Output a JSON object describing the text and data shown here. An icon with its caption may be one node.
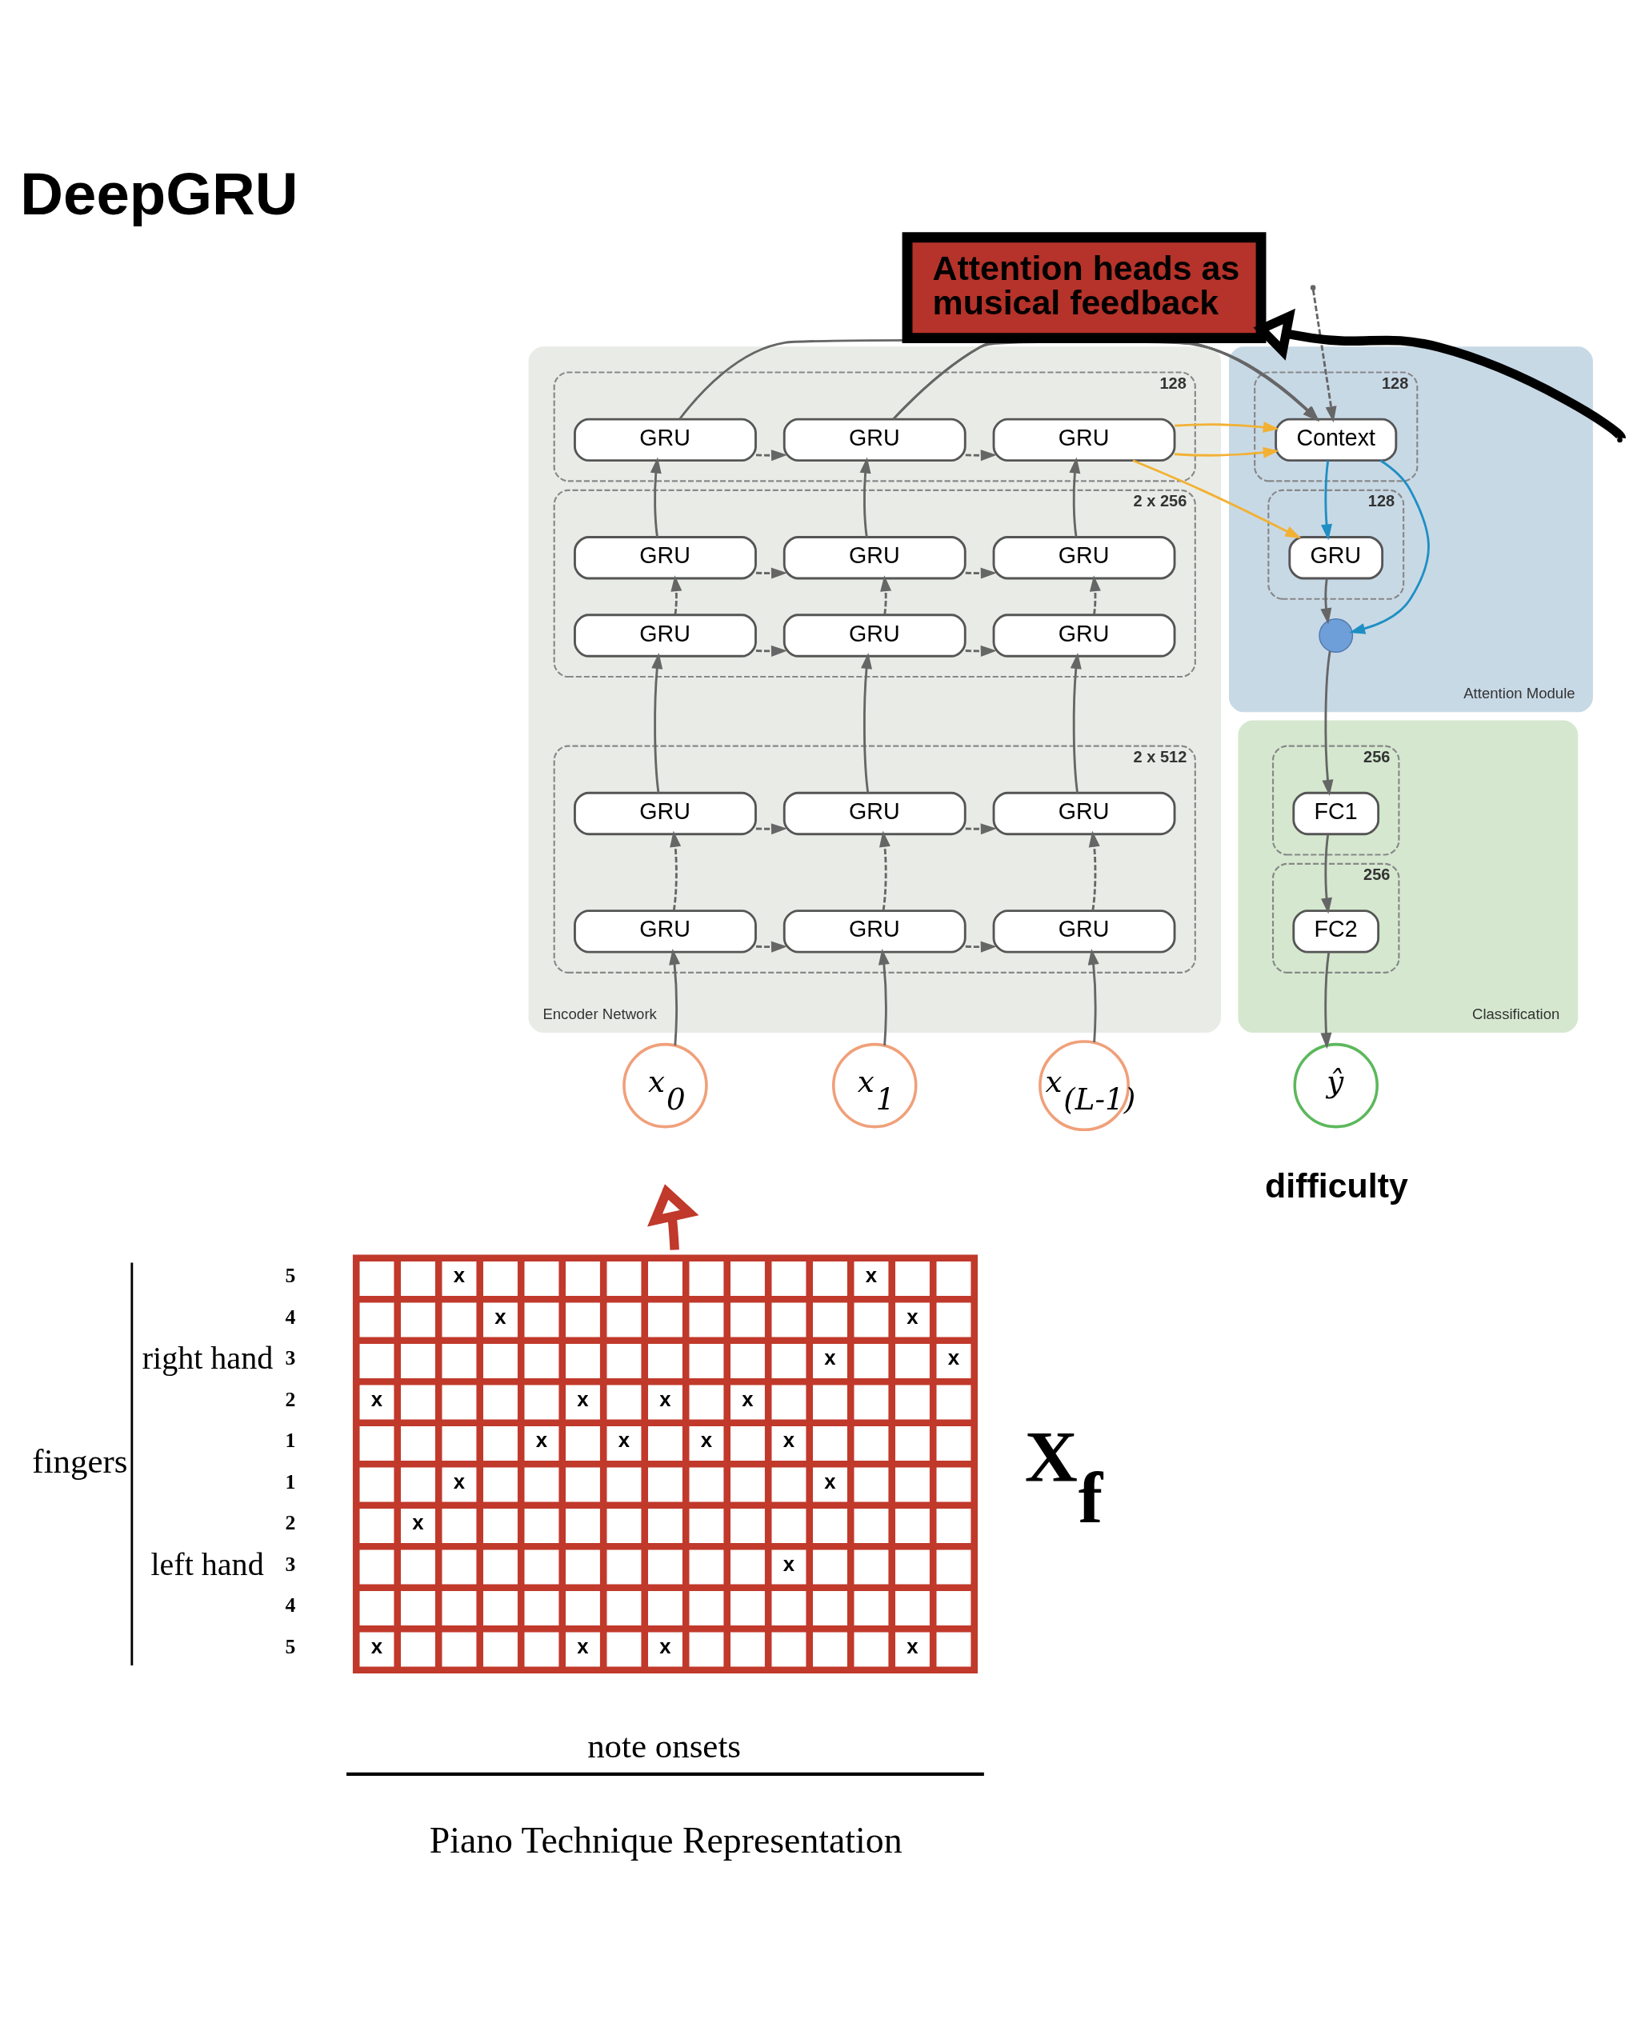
{
  "diagram": {
    "title": "DeepGRU",
    "nodes": [
      {
        "text": [
          "Encoder Network"
        ]
      },
      {
        "text": [],
        "shape": "box",
        "in": 0,
        "beside": [
          "128"
        ]
      },
      {
        "text": [],
        "shape": "box",
        "in": 0,
        "beside": [
          "2 x 256"
        ]
      },
      {
        "text": [],
        "shape": "box",
        "in": 0,
        "beside": [
          "2 x 512"
        ]
      },
      {
        "text": [
          "GRU"
        ],
        "in": 1
      },
      {
        "text": [
          "GRU"
        ],
        "in": 1
      },
      {
        "text": [
          "GRU"
        ],
        "in": 1
      },
      {
        "text": [
          "GRU"
        ],
        "in": 2
      },
      {
        "text": [
          "GRU"
        ],
        "in": 2
      },
      {
        "text": [
          "GRU"
        ],
        "in": 2
      },
      {
        "text": [
          "GRU"
        ],
        "in": 2
      },
      {
        "text": [
          "GRU"
        ],
        "in": 2
      },
      {
        "text": [
          "GRU"
        ],
        "in": 2
      },
      {
        "text": [
          "GRU"
        ],
        "in": 3
      },
      {
        "text": [
          "GRU"
        ],
        "in": 3
      },
      {
        "text": [
          "GRU"
        ],
        "in": 3
      },
      {
        "text": [
          "GRU"
        ],
        "in": 3
      },
      {
        "text": [
          "GRU"
        ],
        "in": 3
      },
      {
        "text": [
          "GRU"
        ],
        "in": 3
      },
      {
        "text": [
          "Attention Module"
        ]
      },
      {
        "text": [],
        "shape": "box",
        "in": 19,
        "beside": [
          "128"
        ]
      },
      {
        "text": [
          "Context"
        ],
        "in": 20
      },
      {
        "text": [],
        "shape": "box",
        "in": 19,
        "beside": [
          "128"
        ]
      },
      {
        "text": [
          "GRU"
        ],
        "in": 22
      },
      {
        "text": [],
        "shape": "circle",
        "in": 19
      },
      {
        "text": [
          "Classification"
        ]
      },
      {
        "text": [],
        "shape": "box",
        "in": 25,
        "beside": [
          "256"
        ]
      },
      {
        "text": [
          "FC1"
        ],
        "in": 26
      },
      {
        "text": [],
        "shape": "box",
        "in": 25,
        "beside": [
          "256"
        ]
      },
      {
        "text": [
          "FC2"
        ],
        "in": 28
      },
      {
        "text": [
          "x$_{0}$"
        ]
      },
      {
        "text": [
          "x$_{1}$"
        ]
      },
      {
        "text": [
          "x$_{(L-1)}$"
        ]
      },
      {
        "text": [
          "ŷ"
        ],
        "beside": [
          "difficulty"
        ]
      },
      {
        "text": [
          "Attention heads as musical feedback"
        ]
      },
      {
        "text": [
          "x",
          "x",
          "x",
          "x",
          "x",
          "x",
          "x",
          "x",
          "x",
          "x",
          "x",
          "x",
          "x",
          "x",
          "x",
          "x",
          "x",
          "x",
          "x",
          "x",
          "x",
          "x"
        ],
        "beside": [
          "X$_{f}$"
        ]
      }
    ],
    "edges": [
      {
        "from": 4,
        "to": 5,
        "arrow": "to",
        "style": "dashed"
      },
      {
        "from": 5,
        "to": 6,
        "arrow": "to",
        "style": "dashed"
      },
      {
        "from": 7,
        "to": 8,
        "arrow": "to",
        "style": "dashed"
      },
      {
        "from": 8,
        "to": 9,
        "arrow": "to",
        "style": "dashed"
      },
      {
        "from": 10,
        "to": 11,
        "arrow": "to",
        "style": "dashed"
      },
      {
        "from": 11,
        "to": 12,
        "arrow": "to",
        "style": "dashed"
      },
      {
        "from": 13,
        "to": 14,
        "arrow": "to",
        "style": "dashed"
      },
      {
        "from": 14,
        "to": 15,
        "arrow": "to",
        "style": "dashed"
      },
      {
        "from": 16,
        "to": 17,
        "arrow": "to",
        "style": "dashed"
      },
      {
        "from": 17,
        "to": 18,
        "arrow": "to",
        "style": "dashed"
      },
      {
        "from": 30,
        "to": 16,
        "arrow": "to"
      },
      {
        "from": 31,
        "to": 17,
        "arrow": "to"
      },
      {
        "from": 32,
        "to": 18,
        "arrow": "to"
      },
      {
        "from": 16,
        "to": 13,
        "arrow": "to",
        "style": "dashed"
      },
      {
        "from": 17,
        "to": 14,
        "arrow": "to",
        "style": "dashed"
      },
      {
        "from": 18,
        "to": 15,
        "arrow": "to",
        "style": "dashed"
      },
      {
        "from": 13,
        "to": 10,
        "arrow": "to"
      },
      {
        "from": 14,
        "to": 11,
        "arrow": "to"
      },
      {
        "from": 15,
        "to": 12,
        "arrow": "to"
      },
      {
        "from": 10,
        "to": 7,
        "arrow": "to",
        "style": "dashed"
      },
      {
        "from": 11,
        "to": 8,
        "arrow": "to",
        "style": "dashed"
      },
      {
        "from": 12,
        "to": 9,
        "arrow": "to",
        "style": "dashed"
      },
      {
        "from": 7,
        "to": 4,
        "arrow": "to"
      },
      {
        "from": 8,
        "to": 5,
        "arrow": "to"
      },
      {
        "from": 9,
        "to": 6,
        "arrow": "to"
      },
      {
        "from": 4,
        "to": 21,
        "arrow": "to"
      },
      {
        "from": 5,
        "to": 21,
        "arrow": "to"
      },
      {
        "from": null,
        "to": 21,
        "arrow": "to",
        "style": "dashed"
      },
      {
        "from": 6,
        "to": 21,
        "arrow": "to",
        "color": "#f2b134"
      },
      {
        "from": 6,
        "to": 23,
        "arrow": "to",
        "color": "#f2b134"
      },
      {
        "from": 21,
        "to": 23,
        "arrow": "to",
        "color": "#1f8fc4"
      },
      {
        "from": 21,
        "to": 24,
        "arrow": "to",
        "color": "#1f8fc4"
      },
      {
        "from": 23,
        "to": 24,
        "arrow": "to"
      },
      {
        "from": 24,
        "to": 27,
        "arrow": "to"
      },
      {
        "from": 27,
        "to": 29,
        "arrow": "to"
      },
      {
        "from": 29,
        "to": 33,
        "arrow": "to"
      },
      {
        "from": null,
        "to": 34,
        "arrow": "to",
        "style": "thick",
        "color": "#000000"
      },
      {
        "from": 35,
        "to": null,
        "arrow": "to",
        "style": "thick",
        "color": "#c0392b"
      }
    ],
    "labels": [
      "fingers",
      "right hand",
      "left hand",
      "5",
      "4",
      "3",
      "2",
      "1",
      "1",
      "2",
      "3",
      "4",
      "5",
      "note onsets",
      "Piano Technique Representation"
    ]
  }
}
